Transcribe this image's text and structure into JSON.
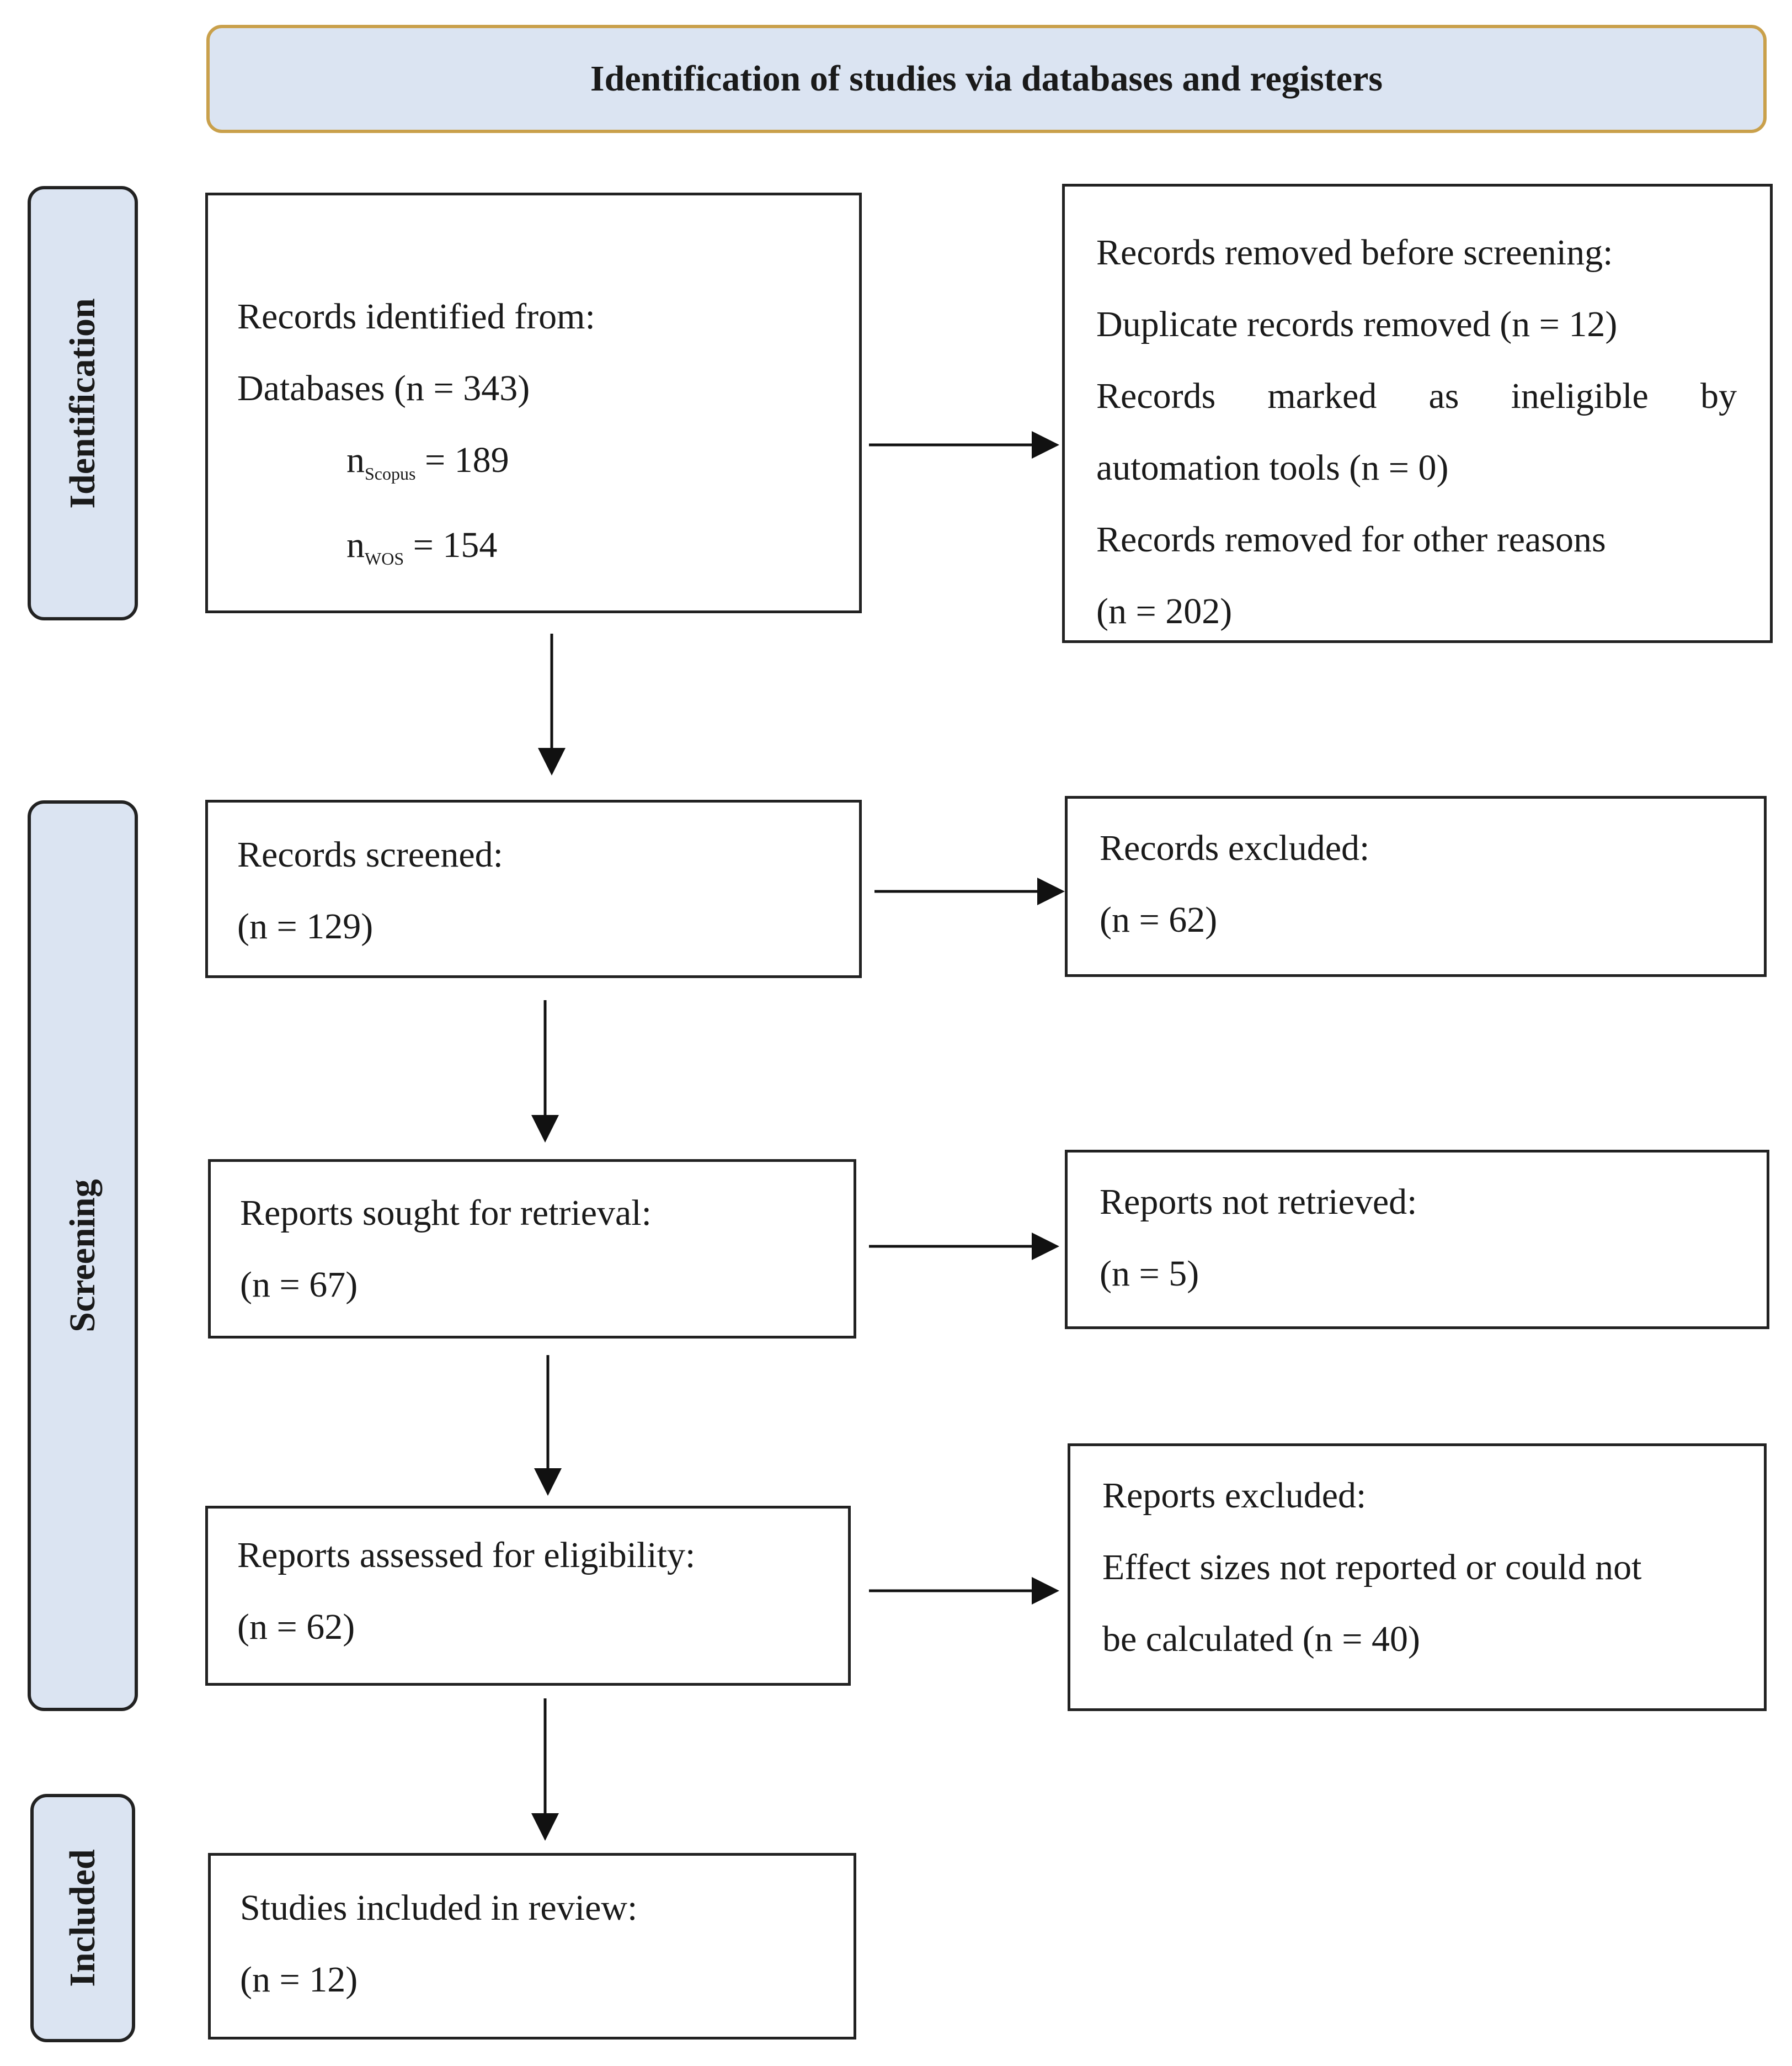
{
  "header": {
    "title": "Identification of studies via databases and registers"
  },
  "stages": {
    "identification": "Identification",
    "screening": "Screening",
    "included": "Included"
  },
  "boxes": {
    "identified": {
      "title": "Records identified from:",
      "databases": "Databases (n = 343)",
      "scopus_n": "n",
      "scopus_sub": "Scopus",
      "scopus_value": " = 189",
      "wos_n": "n",
      "wos_sub": "WOS",
      "wos_value": " = 154"
    },
    "removed": {
      "title": "Records removed before screening:",
      "duplicates": "Duplicate records removed (n = 12)",
      "ineligible_1": "Records marked as ineligible by",
      "ineligible_2": "automation tools (n = 0)",
      "other_1": "Records removed for other reasons",
      "other_2": "(n = 202)"
    },
    "screened": {
      "title": "Records screened:",
      "count": "(n = 129)"
    },
    "excluded": {
      "title": "Records excluded:",
      "count": "(n = 62)"
    },
    "sought": {
      "title": "Reports sought for retrieval:",
      "count": "(n = 67)"
    },
    "not_retrieved": {
      "title": "Reports not retrieved:",
      "count": "(n = 5)"
    },
    "assessed": {
      "title": "Reports assessed for eligibility:",
      "count": "(n = 62)"
    },
    "reports_excluded": {
      "title": "Reports excluded:",
      "reason_1": "Effect sizes not reported or could not",
      "reason_2": "be calculated (n = 40)"
    },
    "included": {
      "title": "Studies included in review:",
      "count": "(n = 12)"
    }
  }
}
